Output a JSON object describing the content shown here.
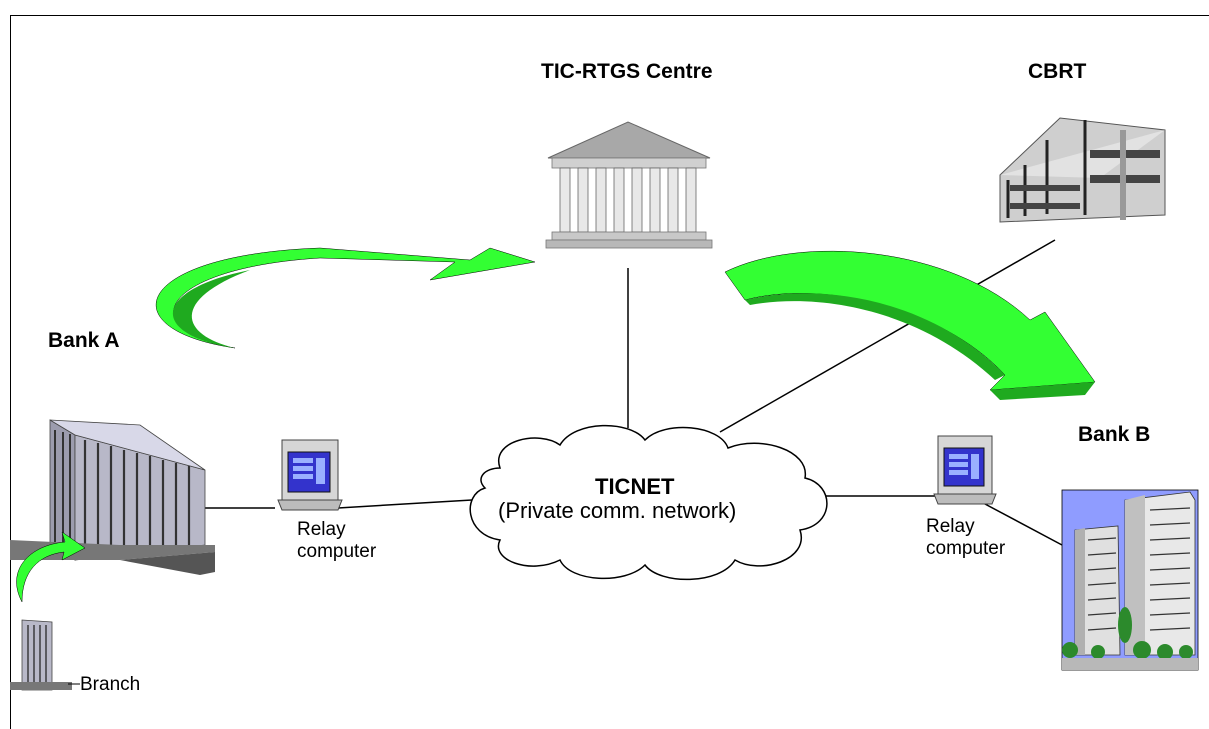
{
  "diagram": {
    "rtgs_centre_label": "TIC-RTGS Centre",
    "cbrt_label": "CBRT",
    "bank_a_label": "Bank A",
    "bank_b_label": "Bank B",
    "network_title": "TICNET",
    "network_subtitle": "(Private comm. network)",
    "relay_left_label": [
      "Relay",
      "computer"
    ],
    "relay_right_label": [
      "Relay",
      "computer"
    ],
    "branch_label": "Branch"
  },
  "colors": {
    "arrow_green": "#33ff33",
    "arrow_dark": "#1faa1f",
    "building_gray": "#b8b8c8",
    "monitor_screen": "#3333cc",
    "sky_blue": "#8f9cff"
  },
  "icons": [
    "classical-bank-building-icon",
    "office-building-icon",
    "relay-computer-icon",
    "cloud-icon",
    "skyscraper-icon",
    "curved-arrow-icon"
  ]
}
